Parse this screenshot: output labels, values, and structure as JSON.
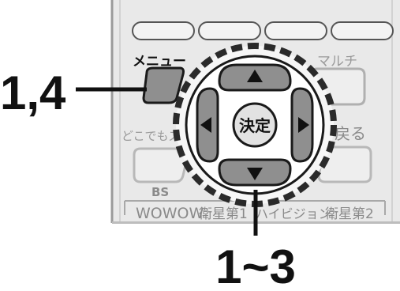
{
  "remote": {
    "menu_label": "メニュー",
    "multi_label": "マルチ",
    "anywhere_label": "どこでもズー",
    "back_label": "戻る",
    "ok_label": "決定",
    "bs_label": "BS",
    "channels": [
      "WOWOW",
      "衛星第1",
      "ハイビジョン",
      "衛星第2"
    ]
  },
  "callouts": {
    "menu_steps": "1,4",
    "dpad_steps": "1~3"
  },
  "colors": {
    "remote_body": "#e9e9e9",
    "button_fill": "#8f8f8f",
    "outline": "#1a1a1a",
    "ring_dash": "#2a2a2a"
  }
}
